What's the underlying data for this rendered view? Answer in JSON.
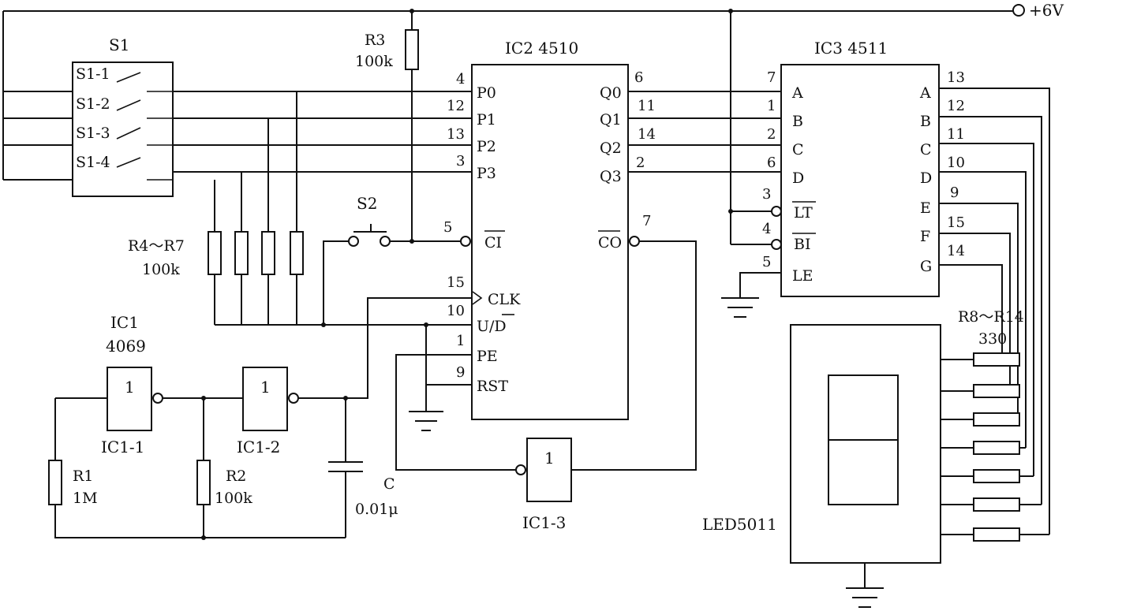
{
  "supply": "+6V",
  "s1": {
    "name": "S1",
    "switches": [
      "S1-1",
      "S1-2",
      "S1-3",
      "S1-4"
    ]
  },
  "s2": {
    "name": "S2"
  },
  "r3": {
    "ref": "R3",
    "value": "100k"
  },
  "r4r7": {
    "ref": "R4～R7",
    "value": "100k"
  },
  "r1": {
    "ref": "R1",
    "value": "1M"
  },
  "r2": {
    "ref": "R2",
    "value": "100k"
  },
  "c": {
    "ref": "C",
    "value": "0.01μ"
  },
  "r8r14": {
    "ref": "R8～R14",
    "value": "330"
  },
  "ic1": {
    "ref": "IC1",
    "part": "4069",
    "gate_symbol": "1",
    "gates": [
      "IC1-1",
      "IC1-2",
      "IC1-3"
    ]
  },
  "ic2": {
    "title": "IC2 4510",
    "left_pins": [
      {
        "num": "4",
        "name": "P0"
      },
      {
        "num": "12",
        "name": "P1"
      },
      {
        "num": "13",
        "name": "P2"
      },
      {
        "num": "3",
        "name": "P3"
      },
      {
        "num": "5",
        "name": "CI"
      },
      {
        "num": "15",
        "name": "CLK"
      },
      {
        "num": "10",
        "name": "U/D"
      },
      {
        "num": "1",
        "name": "PE"
      },
      {
        "num": "9",
        "name": "RST"
      }
    ],
    "right_pins": [
      {
        "num": "6",
        "name": "Q0"
      },
      {
        "num": "11",
        "name": "Q1"
      },
      {
        "num": "14",
        "name": "Q2"
      },
      {
        "num": "2",
        "name": "Q3"
      },
      {
        "num": "7",
        "name": "CO"
      }
    ]
  },
  "ic3": {
    "title": "IC3 4511",
    "left_pins": [
      {
        "num": "7",
        "name": "A"
      },
      {
        "num": "1",
        "name": "B"
      },
      {
        "num": "2",
        "name": "C"
      },
      {
        "num": "6",
        "name": "D"
      },
      {
        "num": "3",
        "name": "LT"
      },
      {
        "num": "4",
        "name": "BI"
      },
      {
        "num": "5",
        "name": "LE"
      }
    ],
    "right_pins": [
      {
        "num": "13",
        "name": "A"
      },
      {
        "num": "12",
        "name": "B"
      },
      {
        "num": "11",
        "name": "C"
      },
      {
        "num": "10",
        "name": "D"
      },
      {
        "num": "9",
        "name": "E"
      },
      {
        "num": "15",
        "name": "F"
      },
      {
        "num": "14",
        "name": "G"
      }
    ]
  },
  "display": {
    "name": "LED5011"
  }
}
